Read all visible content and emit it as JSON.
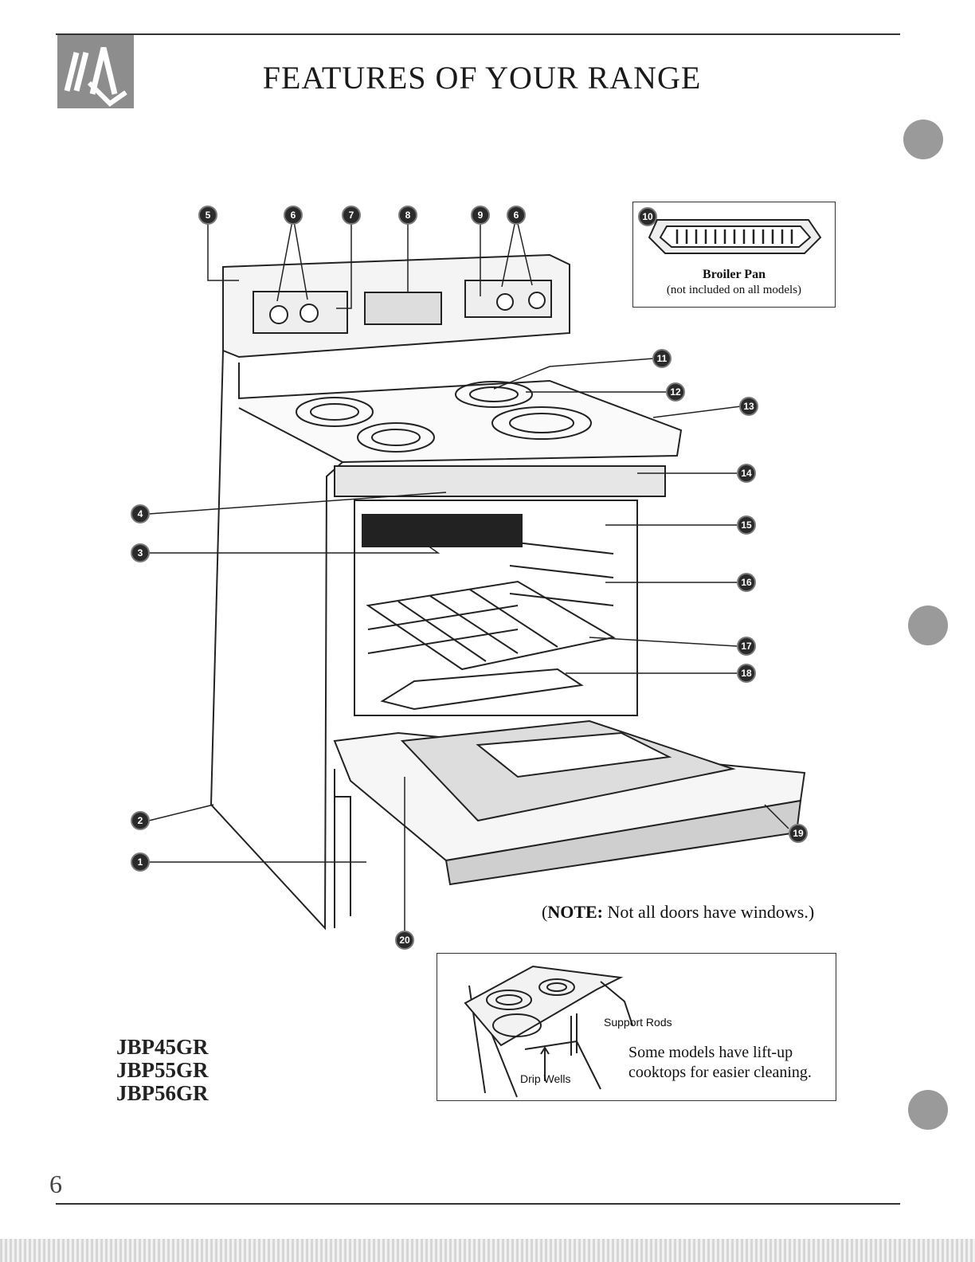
{
  "header": {
    "title": "FEATURES OF YOUR RANGE",
    "logo_icon": "brand-logo-icon"
  },
  "callouts": [
    "1",
    "2",
    "3",
    "4",
    "5",
    "6",
    "7",
    "8",
    "9",
    "6",
    "10",
    "11",
    "12",
    "13",
    "14",
    "15",
    "16",
    "17",
    "18",
    "19",
    "20"
  ],
  "broiler": {
    "number": "10",
    "title": "Broiler Pan",
    "subtitle": "(not included on all models)"
  },
  "note": {
    "label": "NOTE:",
    "text": " Not all doors have windows.)",
    "open_paren": "("
  },
  "liftup": {
    "support_rods": "Support Rods",
    "drip_wells": "Drip Wells",
    "line1": "Some models have lift-up",
    "line2": "cooktops for easier cleaning."
  },
  "models": [
    "JBP45GR",
    "JBP55GR",
    "JBP56GR"
  ],
  "page_number": "6",
  "colors": {
    "callout_fill": "#2a2a2a",
    "rule": "#333333",
    "punch_hole": "#9a9a9a"
  }
}
